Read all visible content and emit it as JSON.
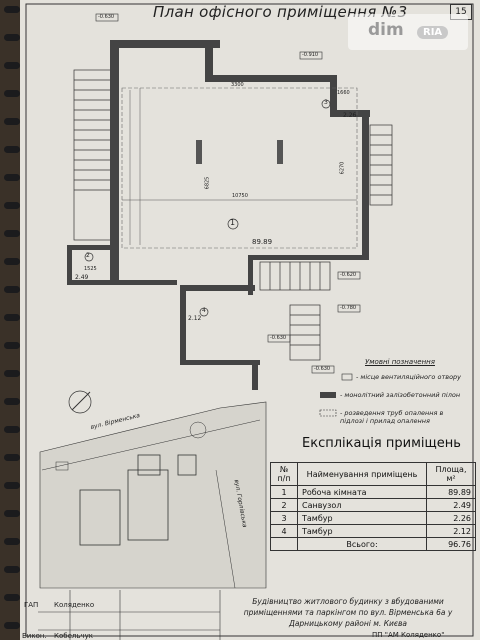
{
  "title": "План офісного приміщення №3",
  "page_number": "15",
  "watermark": {
    "brand": "dim",
    "ria": "RIA"
  },
  "plan": {
    "main_room_number": "1",
    "main_room_area": "89.89",
    "room2": "2",
    "room3": "3",
    "room3_area": "2.26",
    "room4": "4",
    "room4_area": "2.12",
    "room2_area": "2.49",
    "dim_10750": "10750",
    "dim_6825": "6825",
    "dim_6270": "6270",
    "dim_1660": "1660",
    "dim_1525": "1525",
    "dim_3300": "3300",
    "elev_1": "-0.630",
    "elev_2": "-0.910",
    "elev_3": "-0.620",
    "elev_4": "-0.780",
    "elev_5": "-0.630",
    "elev_6": "-0.630"
  },
  "legend": {
    "title": "Умовні позначення",
    "items": [
      "- місце вентиляційного отвору",
      "- монолітний залізобетонний пілон",
      "- розведення труб опалення в підлозі і прилад опалення"
    ]
  },
  "map": {
    "street1": "вул. Вірменська",
    "street2": "вул. Горлівська"
  },
  "explication": {
    "title": "Експлікація приміщень",
    "headers": {
      "n": "№ п/п",
      "name": "Найменування приміщень",
      "area": "Площа, м²"
    },
    "rows": [
      {
        "n": "1",
        "name": "Робоча кімната",
        "area": "89.89"
      },
      {
        "n": "2",
        "name": "Санвузол",
        "area": "2.49"
      },
      {
        "n": "3",
        "name": "Тамбур",
        "area": "2.26"
      },
      {
        "n": "4",
        "name": "Тамбур",
        "area": "2.12"
      }
    ],
    "total_label": "Всього:",
    "total": "96.76"
  },
  "stamp": {
    "gap_label": "ГАП",
    "gap_name": "Коляденко",
    "vykon_label": "Викон.",
    "vykon_name": "Кобельчук",
    "project_text": "Будівництво житлового будинку з вбудованими приміщеннями та паркінгом по вул. Вірменська 6а у Дарницькому районі м. Києва",
    "company": "ПП \"АМ Коляденко\""
  }
}
